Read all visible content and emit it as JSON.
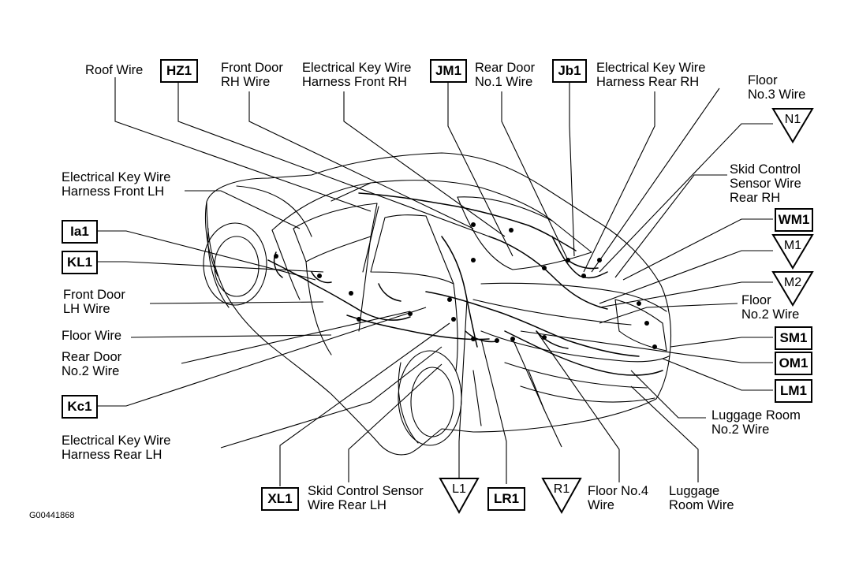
{
  "labels": {
    "roof_wire": "Roof Wire",
    "front_door_rh": "Front Door\nRH Wire",
    "ekw_front_rh": "Electrical Key Wire\nHarness Front RH",
    "rear_door_no1": "Rear Door\nNo.1 Wire",
    "ekw_rear_rh": "Electrical Key Wire\nHarness Rear RH",
    "floor_no3": "Floor\nNo.3 Wire",
    "skid_rear_rh": "Skid Control\nSensor Wire\nRear RH",
    "floor_no2": "Floor\nNo.2 Wire",
    "luggage_no2": "Luggage Room\nNo.2 Wire",
    "luggage_room": "Luggage\nRoom Wire",
    "floor_no4": "Floor No.4\nWire",
    "skid_rear_lh": "Skid Control Sensor\nWire Rear LH",
    "ekw_rear_lh": "Electrical Key Wire\nHarness Rear LH",
    "rear_door_no2": "Rear Door\nNo.2 Wire",
    "floor_wire": "Floor Wire",
    "front_door_lh": "Front Door\nLH Wire",
    "ekw_front_lh": "Electrical Key Wire\nHarness Front LH"
  },
  "connectors": {
    "hz1": "HZ1",
    "jm1": "JM1",
    "jb1": "Jb1",
    "wm1": "WM1",
    "sm1": "SM1",
    "om1": "OM1",
    "lm1": "LM1",
    "lr1": "LR1",
    "xl1": "XL1",
    "kc1": "Kc1",
    "kl1": "KL1",
    "ia1": "Ia1"
  },
  "triangles": {
    "n1": "N1",
    "m1": "M1",
    "m2": "M2",
    "l1": "L1",
    "r1": "R1"
  },
  "figure_code": "G00441868"
}
